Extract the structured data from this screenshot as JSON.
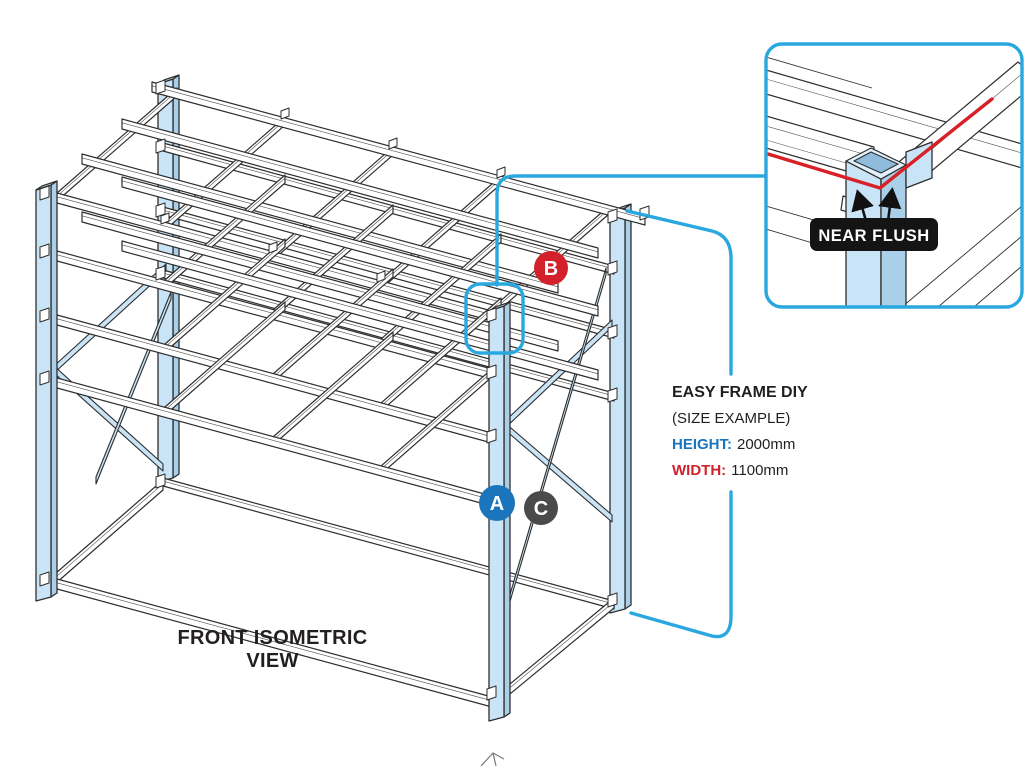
{
  "colors": {
    "accent_cyan": "#29a8e0",
    "marker_blue": "#1b75bc",
    "marker_red": "#d2212a",
    "marker_gray": "#4a4a4a",
    "ink": "#2e2e2e",
    "post_fill": "#c8e4f6",
    "post_side": "#a9cfe9",
    "red_line": "#d92027",
    "text": "#231f20",
    "label_bg": "#141414",
    "label_text": "#ffffff"
  },
  "markers": {
    "a": {
      "label": "A"
    },
    "b": {
      "label": "B"
    },
    "c": {
      "label": "C"
    }
  },
  "callout": {
    "label": "NEAR FLUSH"
  },
  "info": {
    "title": "EASY FRAME DIY",
    "subtitle": "(SIZE EXAMPLE)",
    "height_label": "HEIGHT:",
    "height_value": "2000mm",
    "width_label": "WIDTH:",
    "width_value": "1100mm"
  },
  "view_label": {
    "line1": "FRONT ISOMETRIC",
    "line2": "VIEW"
  }
}
